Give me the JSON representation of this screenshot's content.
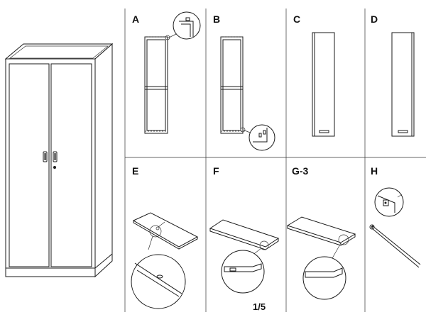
{
  "panels": [
    {
      "id": "A",
      "label": "A"
    },
    {
      "id": "B",
      "label": "B"
    },
    {
      "id": "C",
      "label": "C"
    },
    {
      "id": "D",
      "label": "D"
    },
    {
      "id": "E",
      "label": "E"
    },
    {
      "id": "F",
      "label": "F"
    },
    {
      "id": "G3",
      "label": "G-3"
    },
    {
      "id": "H",
      "label": "H"
    }
  ],
  "page_number": "1/5",
  "icons": [
    "cabinet-illustration",
    "side-panel-icon",
    "door-panel-icon",
    "shelf-icon",
    "hanging-rod-icon",
    "detail-magnifier-icon"
  ]
}
